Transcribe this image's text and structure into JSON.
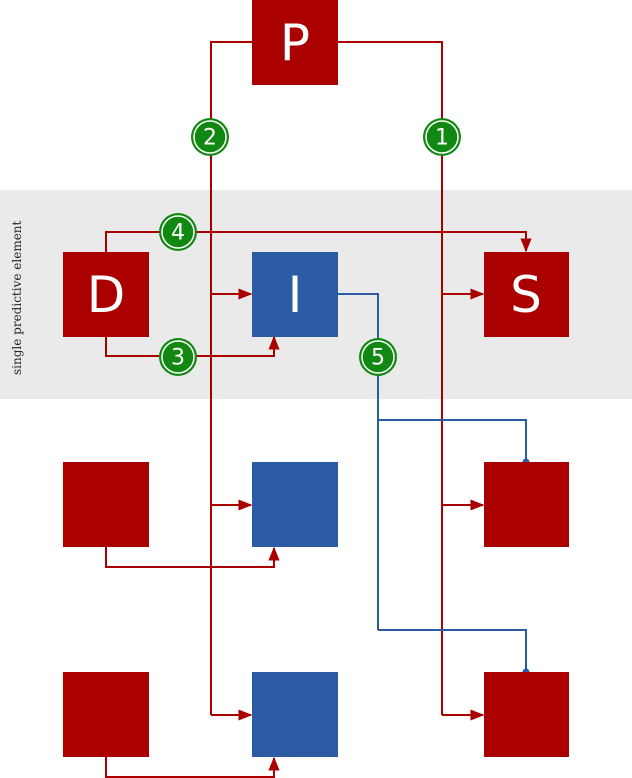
{
  "colors": {
    "red": "#aa0000",
    "blue": "#2b5ba3",
    "green": "#118811",
    "band": "#eaeaea"
  },
  "band": {
    "label": "single predictive element"
  },
  "nodes": {
    "P": "P",
    "D": "D",
    "I": "I",
    "S": "S"
  },
  "badges": {
    "b1": "1",
    "b2": "2",
    "b3": "3",
    "b4": "4",
    "b5": "5"
  }
}
